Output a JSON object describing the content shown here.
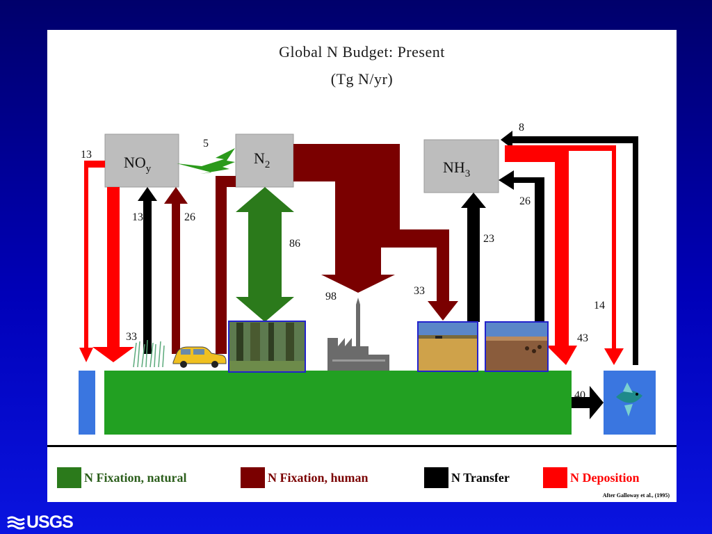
{
  "title": {
    "line1": "Global N Budget: Present",
    "line2": "(Tg N/yr)"
  },
  "boxes": {
    "noy": {
      "base": "NO",
      "sub": "y"
    },
    "n2": {
      "base": "N",
      "sub": "2"
    },
    "nh3": {
      "base": "NH",
      "sub": "3"
    }
  },
  "flows": {
    "noy_deposition_ocean": "13",
    "lightning_fixation": "5",
    "noy_natural_transfer": "13",
    "combustion_fixation": "26",
    "biological_fixation": "86",
    "haber_bosch": "98",
    "crop_fixation": "33",
    "nh3_from_crops": "23",
    "nh3_from_livestock": "26",
    "nh3_ocean_emission": "8",
    "nh3_deposition_ocean": "14",
    "nh3_deposition_land": "43",
    "noy_deposition_land": "33",
    "riverine_export": "40"
  },
  "legend": [
    {
      "label": "N Fixation, natural",
      "color": "#2b7a1b",
      "text_color": "#2b5e1b"
    },
    {
      "label": "N Fixation, human",
      "color": "#7a0000",
      "text_color": "#7a0000"
    },
    {
      "label": "N Transfer",
      "color": "#000000",
      "text_color": "#000000"
    },
    {
      "label": "N Deposition",
      "color": "#ff0000",
      "text_color": "#ff0000"
    }
  ],
  "credit": "After Galloway et al., (1995)",
  "logo": "USGS",
  "colors": {
    "natural": "#2b7a1b",
    "human": "#7a0000",
    "transfer": "#000000",
    "deposition": "#ff0000",
    "land": "#22a022",
    "box": "#bdbdbd",
    "ocean": "#3a76e0"
  }
}
